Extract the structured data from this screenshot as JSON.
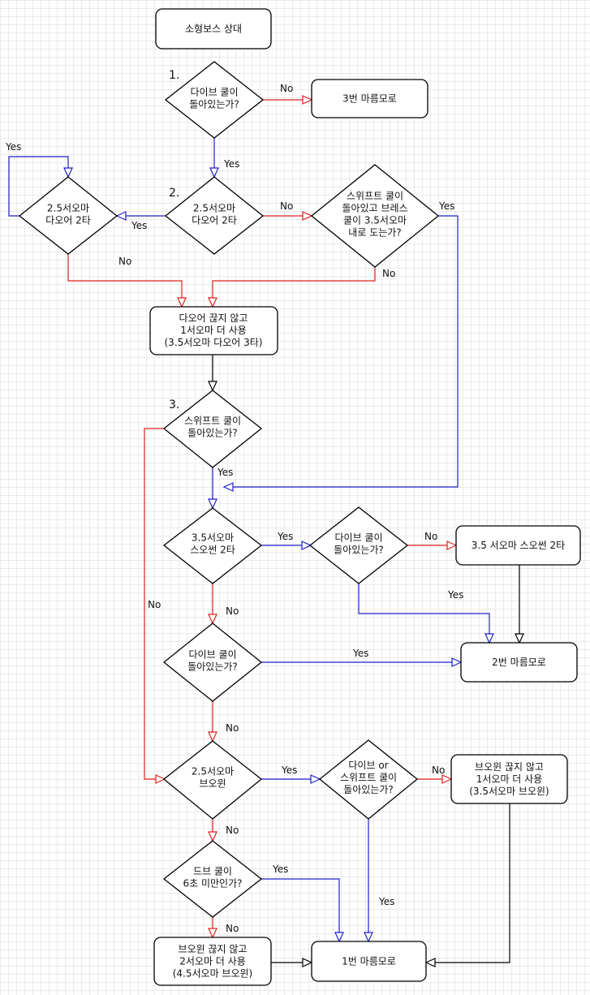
{
  "colors": {
    "red": "#e02020",
    "blue": "#1f1fcc",
    "black": "#000000"
  },
  "nodes": {
    "title": [
      "소형보스 상대"
    ],
    "d1": [
      "다이브 쿨이",
      "돌아있는가?"
    ],
    "r3": [
      "3번 마름모로"
    ],
    "d2": [
      "2.5서오마",
      "다오어 2타"
    ],
    "dl": [
      "2.5서오마",
      "다오어 2타"
    ],
    "d2r": [
      "스위프트 쿨이",
      "돌아있고 브레스",
      "쿨이 3.5서오마",
      "내로 도는가?"
    ],
    "p1": [
      "다오어 끊지 않고",
      "1서오마 더 사용",
      "(3.5서오마 다오어 3타)"
    ],
    "d3": [
      "스위프트 쿨이",
      "돌아있는가?"
    ],
    "d4": [
      "3.5서오마",
      "스오썬 2타"
    ],
    "d5": [
      "다이브 쿨이",
      "돌아있는가?"
    ],
    "p2": [
      "3.5 서오마 스오썬 2타"
    ],
    "d6": [
      "다이브 쿨이",
      "돌아있는가?"
    ],
    "r2": [
      "2번 마름모로"
    ],
    "d7": [
      "2.5서오마",
      "브오윈"
    ],
    "d8": [
      "다이브 or",
      "스위프트 쿨이",
      "돌아있는가?"
    ],
    "p3": [
      "브오윈 끊지 않고",
      "1서오마 더 사용",
      "(3.5서오마 브오윈)"
    ],
    "d9": [
      "드브 쿨이",
      "6초 미만인가?"
    ],
    "p4": [
      "브오윈 끊지 않고",
      "2서오마 더 사용",
      "(4.5서오마 브오윈)"
    ],
    "r1": [
      "1번 마름모로"
    ]
  },
  "step_labels": {
    "s1": "1.",
    "s2": "2.",
    "s3": "3."
  },
  "edge_labels": {
    "e_d1_r3": "No",
    "e_d1_d2": "Yes",
    "e_dl_loop": "Yes",
    "e_d2_dl": "Yes",
    "e_d2_d2r": "No",
    "e_d2r_yes": "Yes",
    "e_dl_p1": "No",
    "e_d2r_p1": "No",
    "e_d3_d4": "Yes",
    "e_d3_d7": "No",
    "e_d4_d5": "Yes",
    "e_d5_p2": "No",
    "e_d5_r2": "Yes",
    "e_d4_d6": "No",
    "e_d6_r2": "Yes",
    "e_d6_d7": "No",
    "e_d7_d8": "Yes",
    "e_d8_p3": "No",
    "e_d8_r1": "Yes",
    "e_d7_d9": "No",
    "e_d9_r1": "Yes",
    "e_d9_p4": "No"
  }
}
